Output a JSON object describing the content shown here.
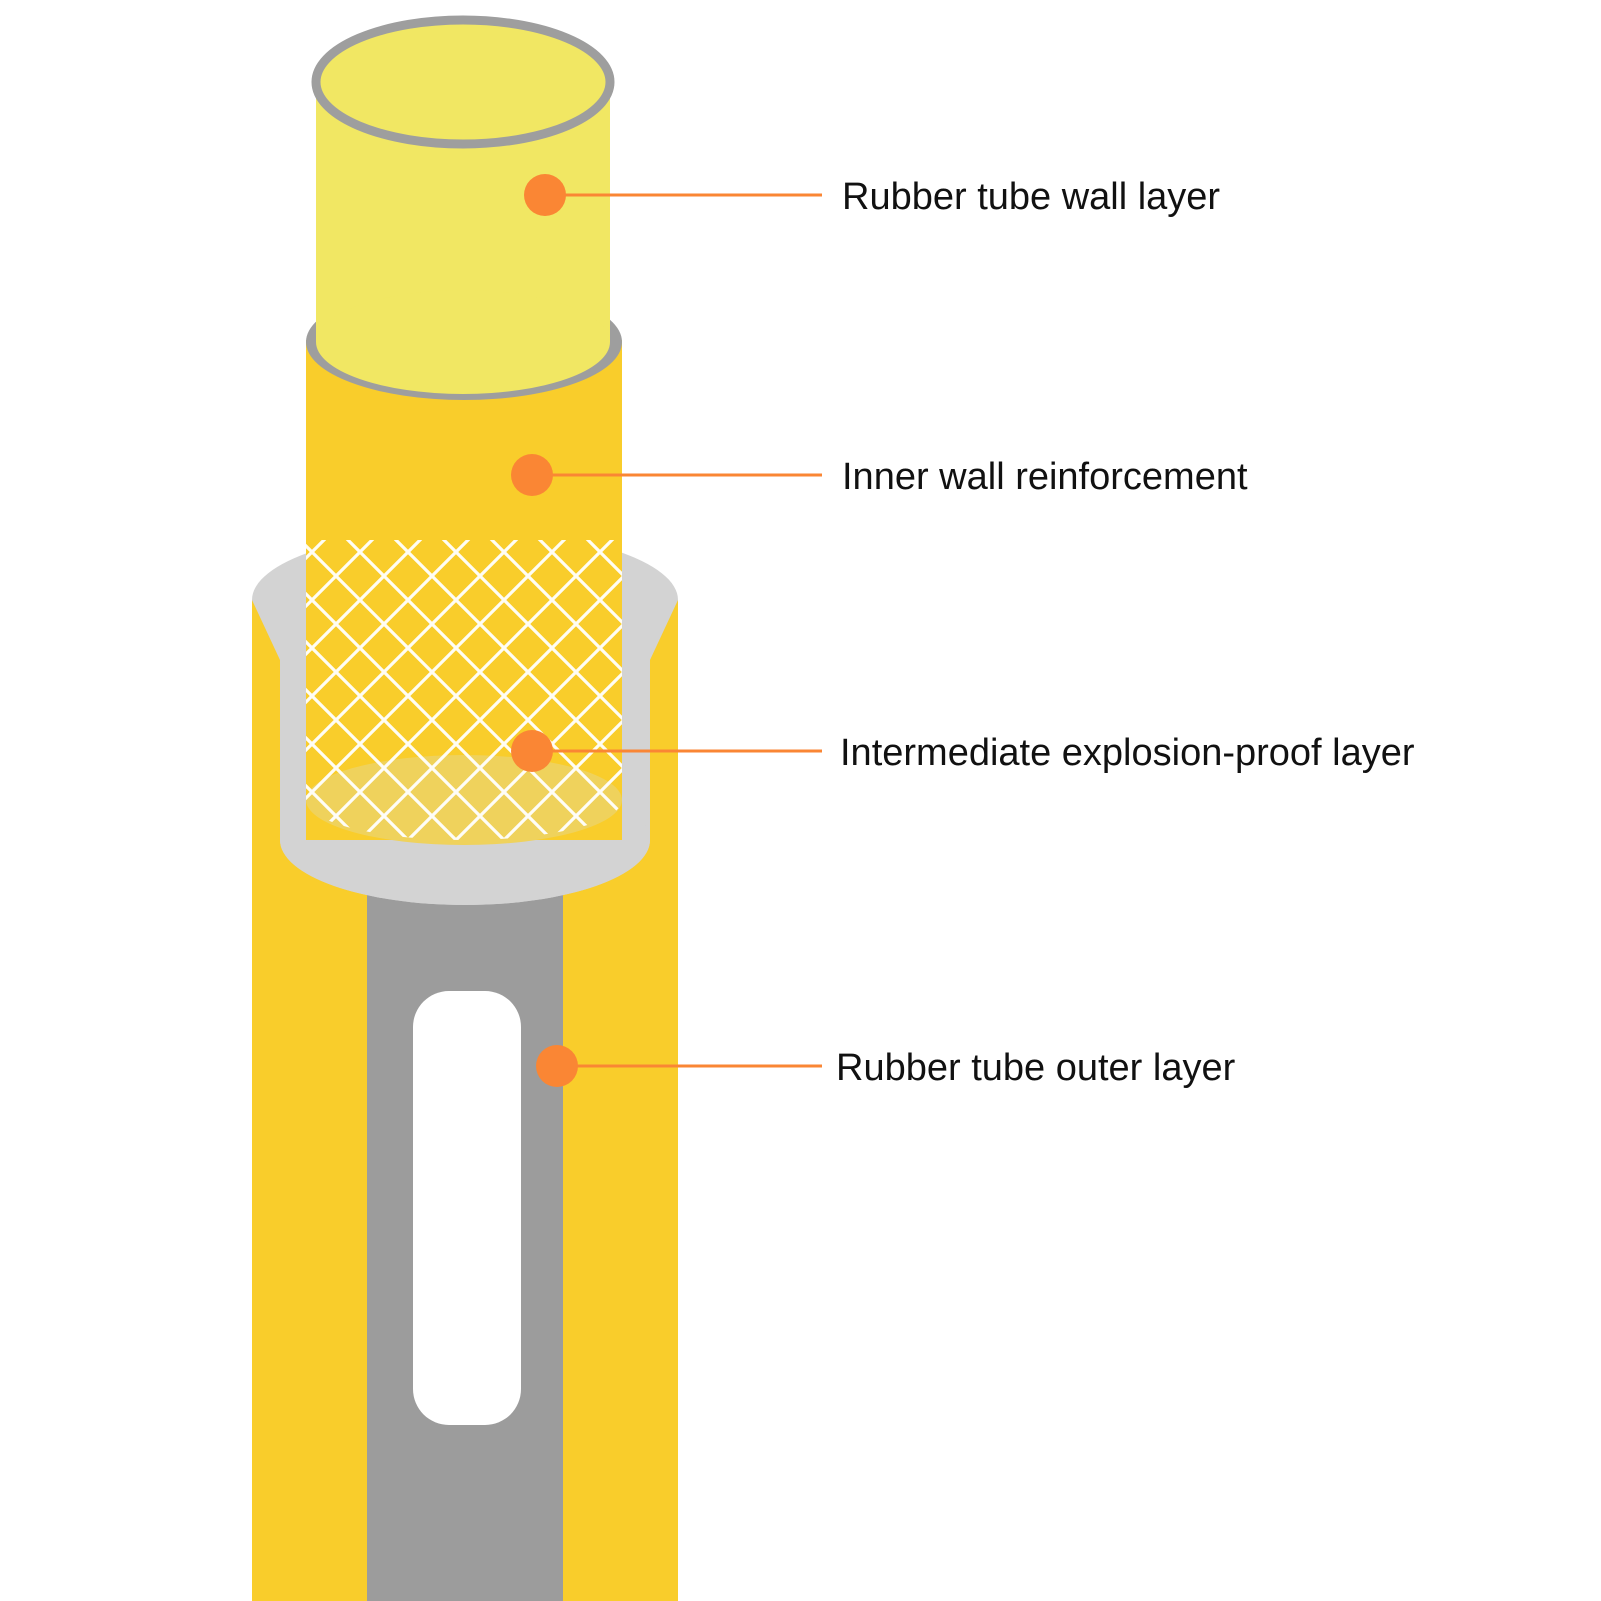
{
  "diagram": {
    "labels": [
      {
        "id": "wall",
        "text": "Rubber tube wall layer"
      },
      {
        "id": "inner",
        "text": "Inner wall reinforcement"
      },
      {
        "id": "mid",
        "text": "Intermediate explosion-proof layer"
      },
      {
        "id": "outer",
        "text": "Rubber tube outer layer"
      }
    ]
  },
  "colors": {
    "hose_yellow": "#F9CD2B",
    "inner_tube_yellow": "#F1E763",
    "rim_grey": "#9E9E9E",
    "collar_grey": "#D3D3D3",
    "stripe_grey": "#9C9C9C",
    "mesh_white": "#FFFFFF",
    "callout_orange": "#FA8634",
    "background": "#FFFFFF"
  }
}
